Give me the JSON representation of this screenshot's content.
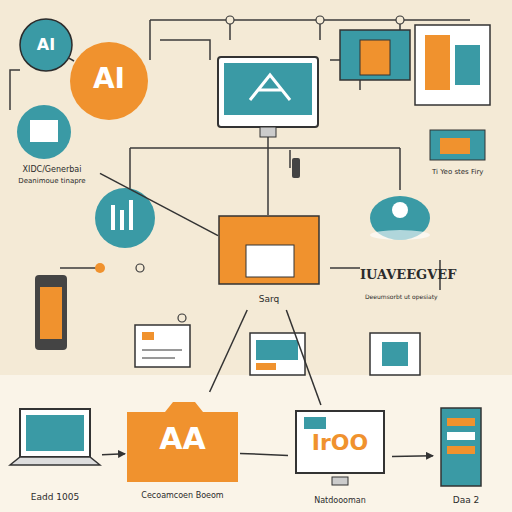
{
  "diagram": {
    "nodes": [
      {
        "text": [
          "AI"
        ]
      },
      {
        "text": [
          "AI"
        ]
      },
      {
        "text": [
          "XIDC/Generbai",
          "Deanimoue tinapre"
        ]
      },
      {
        "text": [
          "Sarq"
        ]
      },
      {
        "text": [
          "Eadd 1005"
        ]
      },
      {
        "text": [
          "AA",
          "Cecoamcoen Boeom"
        ]
      },
      {
        "text": [
          "IrOO",
          "Natdoooman"
        ]
      },
      {
        "text": [
          "Daa 2"
        ]
      }
    ],
    "edges": [
      {
        "from": 0,
        "to": 1,
        "arrow": "none"
      },
      {
        "from": 2,
        "to": 3,
        "arrow": "none"
      },
      {
        "from": 3,
        "to": 5,
        "arrow": "none"
      },
      {
        "from": 3,
        "to": 6,
        "arrow": "none"
      },
      {
        "from": 4,
        "to": 5,
        "arrow": "to"
      },
      {
        "from": 5,
        "to": 6,
        "arrow": "none"
      },
      {
        "from": 6,
        "to": 7,
        "arrow": "to"
      }
    ],
    "labels": [
      "Ti Yeo stes Firy",
      "IUAVEEGVEF",
      "Deeumsorbt ut opesiaty"
    ]
  }
}
